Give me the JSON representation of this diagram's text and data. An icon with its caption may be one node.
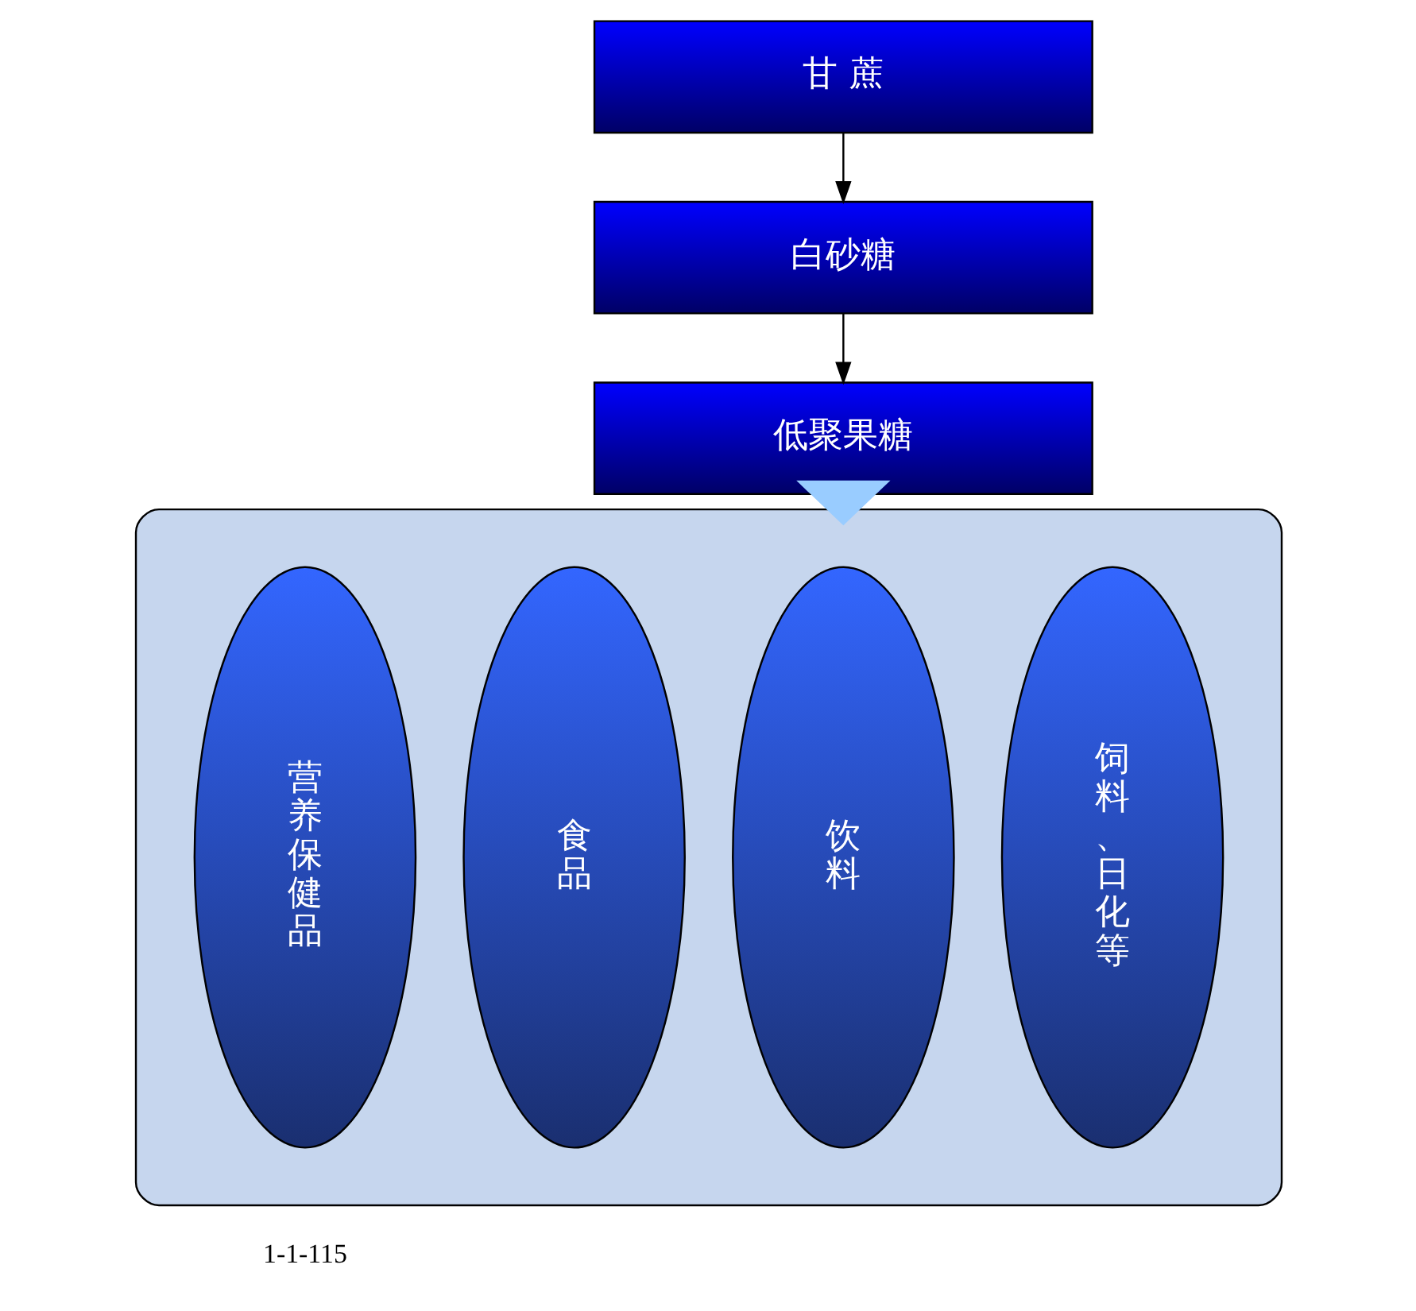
{
  "diagram": {
    "nodes": [
      {
        "text": [
          "甘 蔗"
        ]
      },
      {
        "text": [
          "白砂糖"
        ]
      },
      {
        "text": [
          "低聚果糖"
        ]
      },
      {
        "text": [],
        "shape": "ellipse"
      },
      {
        "text": [
          "营养保健品"
        ],
        "in": 3
      },
      {
        "text": [
          "食品"
        ],
        "in": 3
      },
      {
        "text": [
          "饮料"
        ],
        "in": 3
      },
      {
        "text": [
          "饲料、日化等"
        ],
        "in": 3
      }
    ],
    "edges": [
      {
        "from": 0,
        "to": 1,
        "arrow": "to"
      },
      {
        "from": 1,
        "to": 2,
        "arrow": "to"
      },
      {
        "from": 2,
        "to": 3,
        "arrow": "to",
        "style": "thick",
        "color": "#99ccff"
      }
    ],
    "labels": [
      "1-1-115"
    ]
  }
}
